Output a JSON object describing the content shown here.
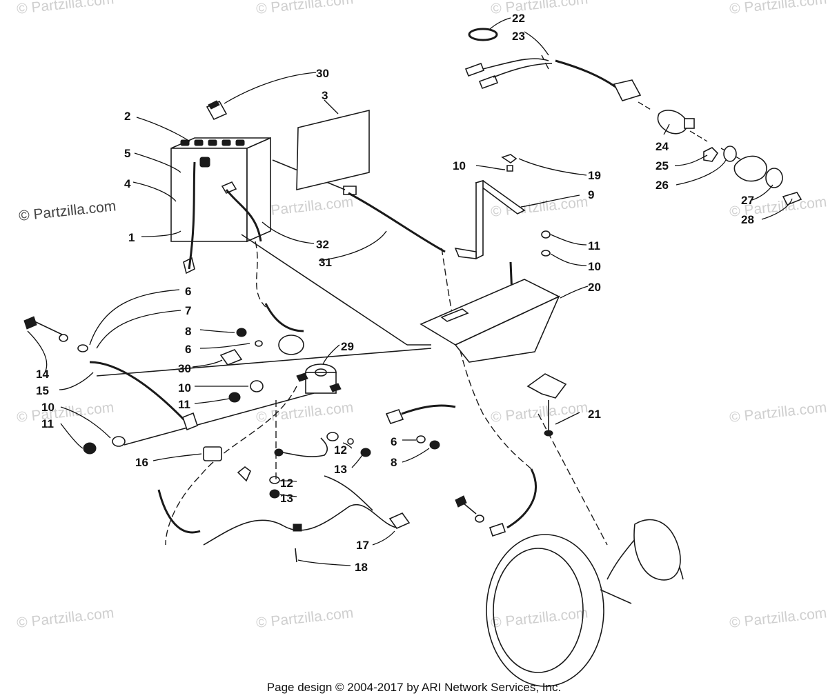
{
  "diagram": {
    "watermark_text": "© Partzilla.com",
    "footer_text": "Page design © 2004-2017 by ARI Network Services, Inc.",
    "callouts": [
      "30",
      "3",
      "2",
      "5",
      "4",
      "1",
      "32",
      "31",
      "22",
      "23",
      "24",
      "25",
      "26",
      "27",
      "28",
      "10",
      "19",
      "9",
      "11",
      "10",
      "20",
      "6",
      "7",
      "8",
      "6",
      "30",
      "10",
      "11",
      "14",
      "15",
      "10",
      "11",
      "16",
      "29",
      "12",
      "13",
      "12",
      "13",
      "6",
      "8",
      "21",
      "17",
      "18"
    ]
  }
}
